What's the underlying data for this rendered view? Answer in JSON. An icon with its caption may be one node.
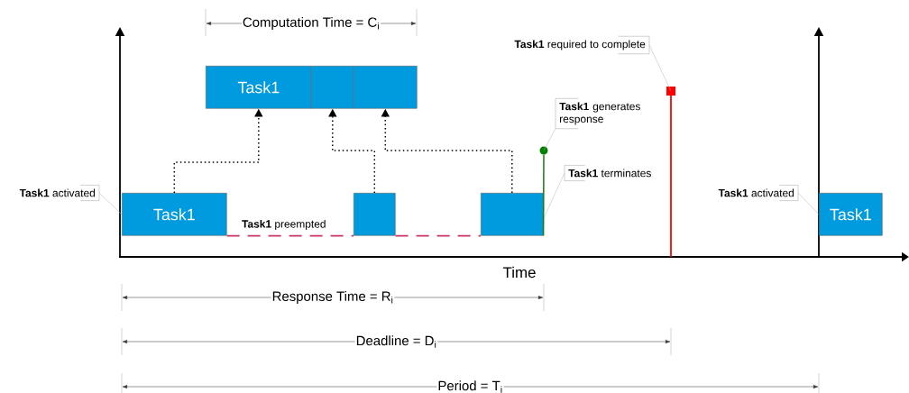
{
  "diagram": {
    "nodes": [
      {
        "text": [
          "Task1"
        ]
      },
      {
        "text": [],
        "shape": "box"
      },
      {
        "text": [],
        "shape": "box"
      },
      {
        "text": [
          "Task1"
        ]
      },
      {
        "text": [],
        "shape": "box"
      },
      {
        "text": [],
        "shape": "box"
      },
      {
        "text": [
          "Task1"
        ]
      },
      {
        "text": [
          "**Task1** activated"
        ]
      },
      {
        "text": [
          "**Task1** generates response"
        ]
      },
      {
        "text": [
          "**Task1** terminates"
        ]
      },
      {
        "text": [
          "**Task1** required to complete"
        ]
      },
      {
        "text": [
          "**Task1** activated"
        ]
      },
      {
        "text": [],
        "shape": "circle"
      },
      {
        "text": [],
        "shape": "box"
      }
    ],
    "edges": [
      {
        "from": 3,
        "to": 0,
        "arrow": "to",
        "style": "dashed",
        "color": "#000000"
      },
      {
        "from": 4,
        "to": 1,
        "arrow": "to",
        "style": "dashed",
        "color": "#000000"
      },
      {
        "from": 5,
        "to": 2,
        "arrow": "to",
        "style": "dashed",
        "color": "#000000"
      },
      {
        "from": 3,
        "to": 4,
        "arrow": "none",
        "style": "dashed",
        "color": "#cc3366",
        "label": "**Task1** preempted"
      },
      {
        "from": 4,
        "to": 5,
        "arrow": "none",
        "style": "dashed",
        "color": "#cc3366"
      },
      {
        "from": 7,
        "to": 3,
        "arrow": "none"
      },
      {
        "from": 8,
        "to": 12,
        "arrow": "none"
      },
      {
        "from": 9,
        "to": 5,
        "arrow": "none"
      },
      {
        "from": 10,
        "to": 13,
        "arrow": "none"
      },
      {
        "from": 11,
        "to": 6,
        "arrow": "none"
      },
      {
        "from": 5,
        "to": 12,
        "arrow": "none",
        "color": "#1a7a1a"
      }
    ],
    "labels": [
      "Time",
      "Computation Time = C$_{i}$",
      "Response Time = R$_{i}$",
      "Deadline = D$_{i}$",
      "Period = T$_{i}$"
    ]
  }
}
